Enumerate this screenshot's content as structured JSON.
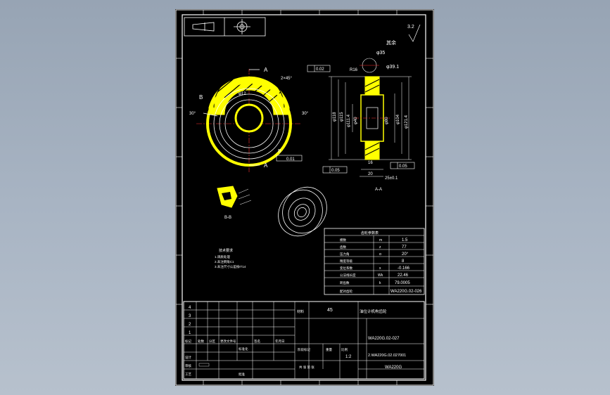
{
  "drawing": {
    "roughness_symbol": "3.2",
    "roughness_note": "其余",
    "section_label_a": "A",
    "section_label_b": "B",
    "view_label_aa": "A-A",
    "view_label_bb": "B-B",
    "view_label_local": "I",
    "dims": {
      "d35": "φ35",
      "d39": "φ39.1",
      "r16": "R16",
      "tol_top": "0.02",
      "d118": "φ118",
      "d115": "φ115",
      "d111": "φ111.4",
      "d40": "φ40",
      "d80": "φ80",
      "d104": "φ104",
      "d121": "φ121.4",
      "w16": "16",
      "w20": "20",
      "w25": "25±0.1",
      "tol_left": "0.05",
      "tol_right": "0.05",
      "tol_b": "0.01",
      "angle30": "30°",
      "chamfer": "2×45°",
      "d12": "φ12"
    },
    "tech_notes_title": "技术要求",
    "tech_notes": [
      "1.调质处理",
      "2.未注倒角C1",
      "3.未注尺寸公差按IT14"
    ]
  },
  "params_table": {
    "title": "齿轮参数表",
    "rows": [
      {
        "name": "模数",
        "sym": "m",
        "val": "1.5"
      },
      {
        "name": "齿数",
        "sym": "z",
        "val": "77"
      },
      {
        "name": "压力角",
        "sym": "α",
        "val": "20°"
      },
      {
        "name": "精度等级",
        "sym": "",
        "val": "8"
      },
      {
        "name": "变位系数",
        "sym": "x",
        "val": "-0.166"
      },
      {
        "name": "公法线长度",
        "sym": "Wk",
        "val": "22.46"
      },
      {
        "name": "跨齿数",
        "sym": "k",
        "val": "79.0005"
      },
      {
        "name": "配对齿轮",
        "sym": "",
        "val": "WA220G.02-026"
      }
    ]
  },
  "title_block": {
    "material": "45",
    "material_label": "材料",
    "part_name": "油位计机构齿轮",
    "drawing_no": "WA220G.02-027",
    "drawing_no_2": "2.WA220G.02.027001",
    "product": "WA220G",
    "scale_label": "比例",
    "scale": "1:2",
    "rows_numbers": [
      "4",
      "3",
      "2",
      "1"
    ],
    "header_cols": [
      "标记",
      "处数",
      "分区",
      "更改文件号",
      "签名",
      "年月日"
    ],
    "signoff": [
      "设计",
      "审核",
      "工艺"
    ],
    "std": "标准化",
    "approve": "批准",
    "weight_label": "重量",
    "stage_label": "阶段标记",
    "sheet_label": "共 张 第 张"
  }
}
